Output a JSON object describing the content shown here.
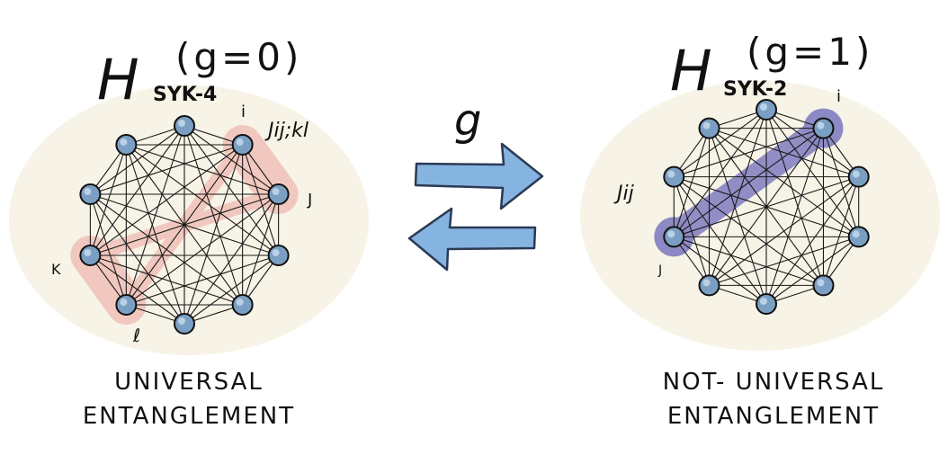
{
  "colors": {
    "blob": "#f7f3e6",
    "node_fill": "#7b9fc2",
    "node_stroke": "#111111",
    "red_highlight": "#f1c6bd",
    "red_label": "#e0a39a",
    "purple_highlight": "#8d89c4",
    "purple_label": "#2b2a86",
    "arrow_fill": "#86b4e0",
    "arrow_stroke": "#2b3a55"
  },
  "left": {
    "hamiltonian_symbol": "H",
    "subscript": "SYK-4",
    "parameter": "(g=0)",
    "coupling_label": "Jij;kl",
    "node_labels": {
      "i": "i",
      "j": "J",
      "k": "K",
      "l": "ℓ"
    },
    "caption_line1": "UNIVERSAL",
    "caption_line2": "ENTANGLEMENT"
  },
  "right": {
    "hamiltonian_symbol": "H",
    "subscript": "SYK-2",
    "parameter": "(g=1)",
    "coupling_label": "Jij",
    "node_labels": {
      "i": "i",
      "j": "J"
    },
    "caption_line1": "NOT- UNIVERSAL",
    "caption_line2": "ENTANGLEMENT"
  },
  "middle": {
    "arrow_label": "g",
    "arrow_forward_icon": "right-arrow-icon",
    "arrow_backward_icon": "left-arrow-icon"
  }
}
